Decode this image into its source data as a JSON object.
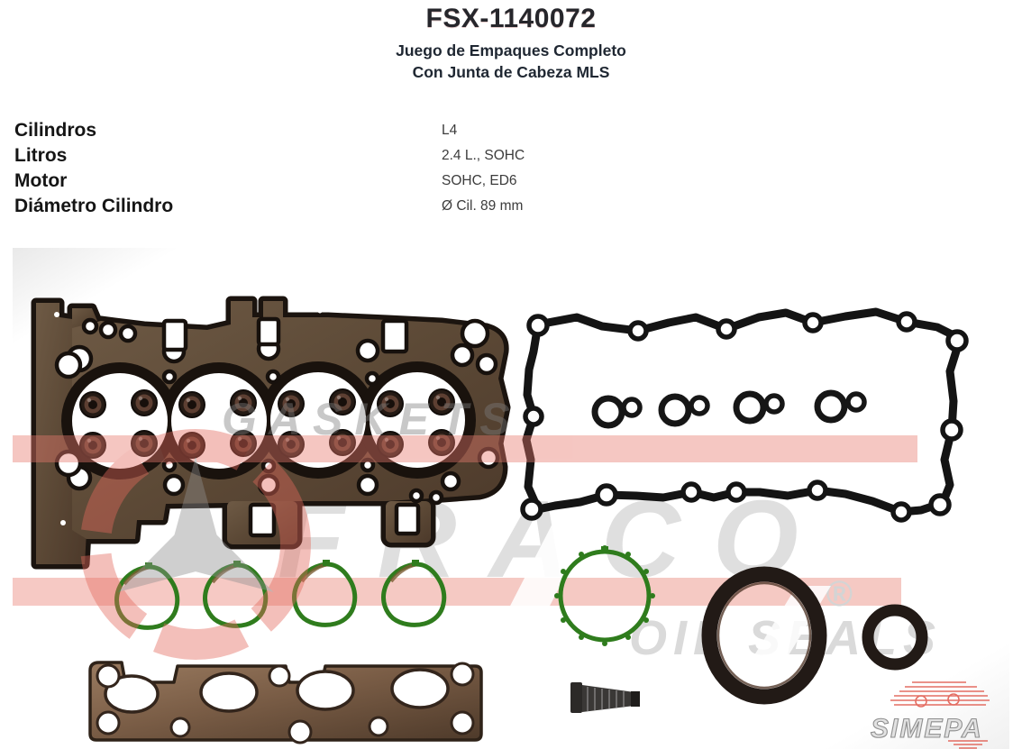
{
  "header": {
    "part_number": "FSX-1140072",
    "subtitle": [
      "Juego de Empaques Completo",
      "Con Junta de Cabeza MLS"
    ]
  },
  "specs": {
    "rows": [
      {
        "label": "Cilindros",
        "value": "L4"
      },
      {
        "label": "Litros",
        "value": "2.4 L., SOHC"
      },
      {
        "label": "Motor",
        "value": "SOHC, ED6"
      },
      {
        "label": "Diámetro Cilindro",
        "value": "Ø Cil. 89 mm"
      }
    ]
  },
  "watermark": {
    "brand": "FRACO",
    "gaskets_text": "GASKETS",
    "oil_seals_text": "OIL SEALS",
    "registered_mark": "®",
    "distributor": "SIMEPA"
  },
  "colors": {
    "title": "#26262b",
    "spec_label": "#151515",
    "spec_value": "#3c3c3c",
    "watermark_pink": "#f0a89f",
    "watermark_gray": "#c9c9c9",
    "gasket_green": "#2f7c1d",
    "head_gasket_brown": "#63503c",
    "rubber_black": "#1a1511"
  }
}
